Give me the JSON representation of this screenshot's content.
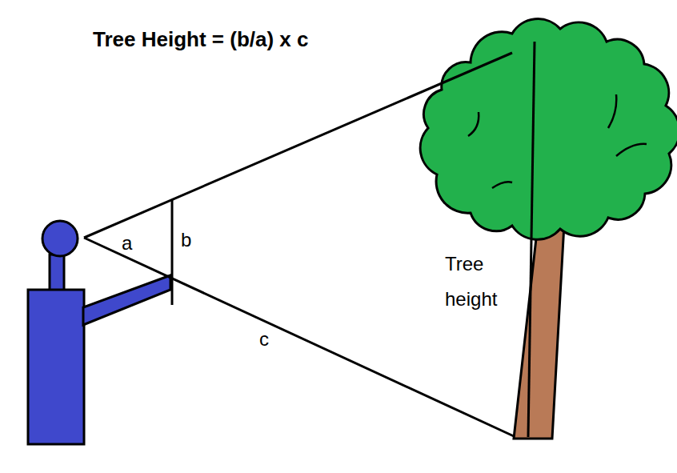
{
  "diagram": {
    "title": "Tree Height = (b/a) x c",
    "labels": [
      "a",
      "b",
      "Tree height",
      "c"
    ]
  }
}
